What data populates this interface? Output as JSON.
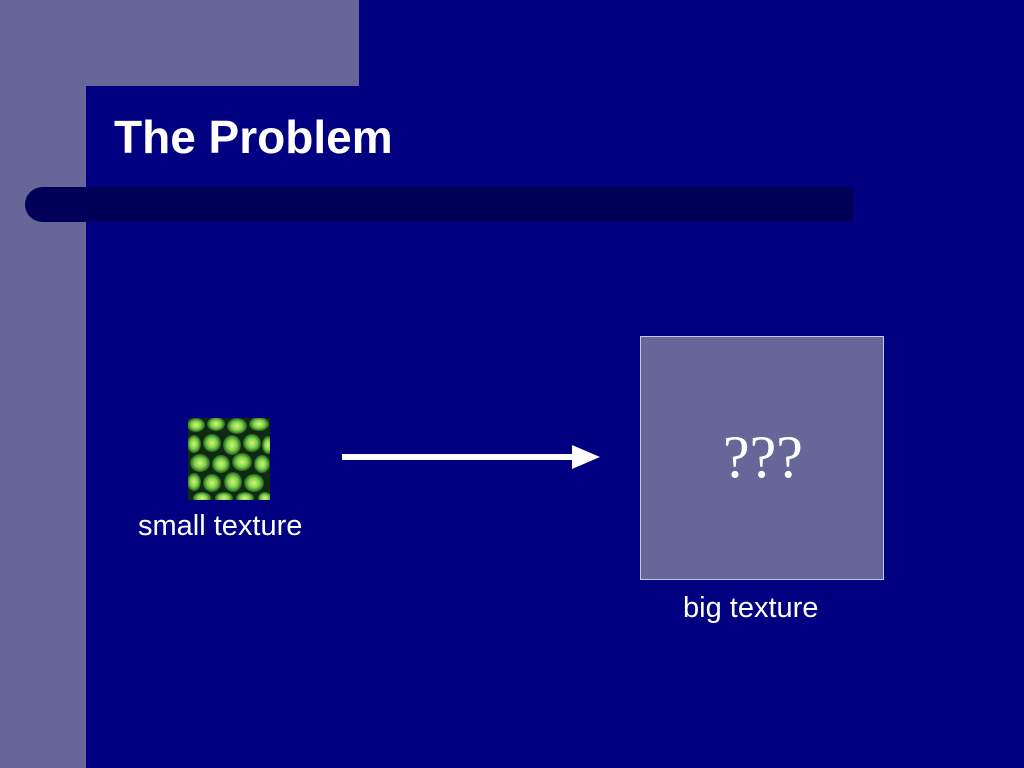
{
  "slide": {
    "title": "The Problem",
    "small_texture_caption": "small texture",
    "big_texture_caption": "big texture",
    "big_texture_placeholder": "???"
  },
  "colors": {
    "background": "#000080",
    "band": "#666699",
    "title_bar": "#000059",
    "text": "#ffffff"
  },
  "icons": {
    "arrow": "right-arrow-icon",
    "texture": "green-cell-texture-image"
  }
}
